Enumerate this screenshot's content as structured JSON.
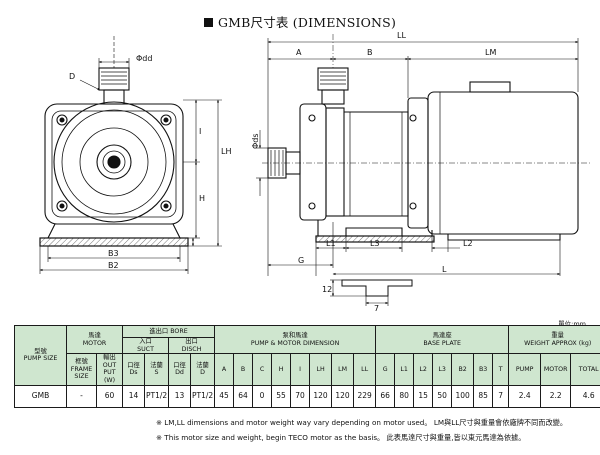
{
  "title": "GMB尺寸表 (DIMENSIONS)",
  "drawing": {
    "labels": {
      "dd": "Φdd",
      "ds": "Φds",
      "D": "D",
      "LL": "LL",
      "A": "A",
      "B": "B",
      "LM": "LM",
      "LH": "LH",
      "I": "I",
      "H": "H",
      "B3": "B3",
      "B2": "B2",
      "L1": "L1",
      "L3": "L3",
      "L2": "L2",
      "G": "G",
      "L": "L",
      "h12": "12",
      "h7": "7"
    }
  },
  "unit_note": "單位:mm",
  "table": {
    "model_header": "型號\nPUMP SIZE",
    "motor_header": "馬達\nMOTOR",
    "bore_header": "進出口 BORE",
    "suct_header": "入口\nSUCT",
    "disch_header": "出口\nDISCH",
    "dimension_header": "泵和馬達\nPUMP & MOTOR DIMENSION",
    "base_header": "馬達座\nBASE PLATE",
    "weight_header": "重量\nWEIGHT APPROX (kg)",
    "frame_size": "框號\nFRAME\nSIZE",
    "output": "輸出\nOUT PUT\n(W)",
    "ds_label": "口徑\nDs",
    "s_label": "法蘭\nS",
    "dd_label": "口徑\nDd",
    "d_label": "法蘭\nD",
    "dim_columns": [
      "A",
      "B",
      "C",
      "H",
      "I",
      "LH",
      "LM",
      "LL"
    ],
    "base_columns": [
      "G",
      "L1",
      "L2",
      "L3",
      "B2",
      "B3",
      "T"
    ],
    "weight_columns": [
      "PUMP",
      "MOTOR",
      "TOTAL"
    ],
    "row": {
      "model": "GMB",
      "frame": "-",
      "output": "60",
      "ds": "14",
      "s": "PT1/2",
      "dd": "13",
      "d": "PT1/2",
      "dims": [
        "45",
        "64",
        "0",
        "55",
        "70",
        "120",
        "120",
        "229"
      ],
      "base": [
        "66",
        "80",
        "15",
        "50",
        "100",
        "85",
        "7"
      ],
      "weights": [
        "2.4",
        "2.2",
        "4.6"
      ]
    }
  },
  "notes": {
    "line1": "※ LM,LL dimensions and motor weight way vary depending on motor used。 LM與LL尺寸與重量會依廠牌不同而改變。",
    "line2": "※ This motor size and weight, begin TECO motor as the basis。 此表馬達尺寸與重量,皆以東元馬達為依據。"
  },
  "colors": {
    "header_bg": "#cfe6cf",
    "line": "#1b1b1b"
  }
}
